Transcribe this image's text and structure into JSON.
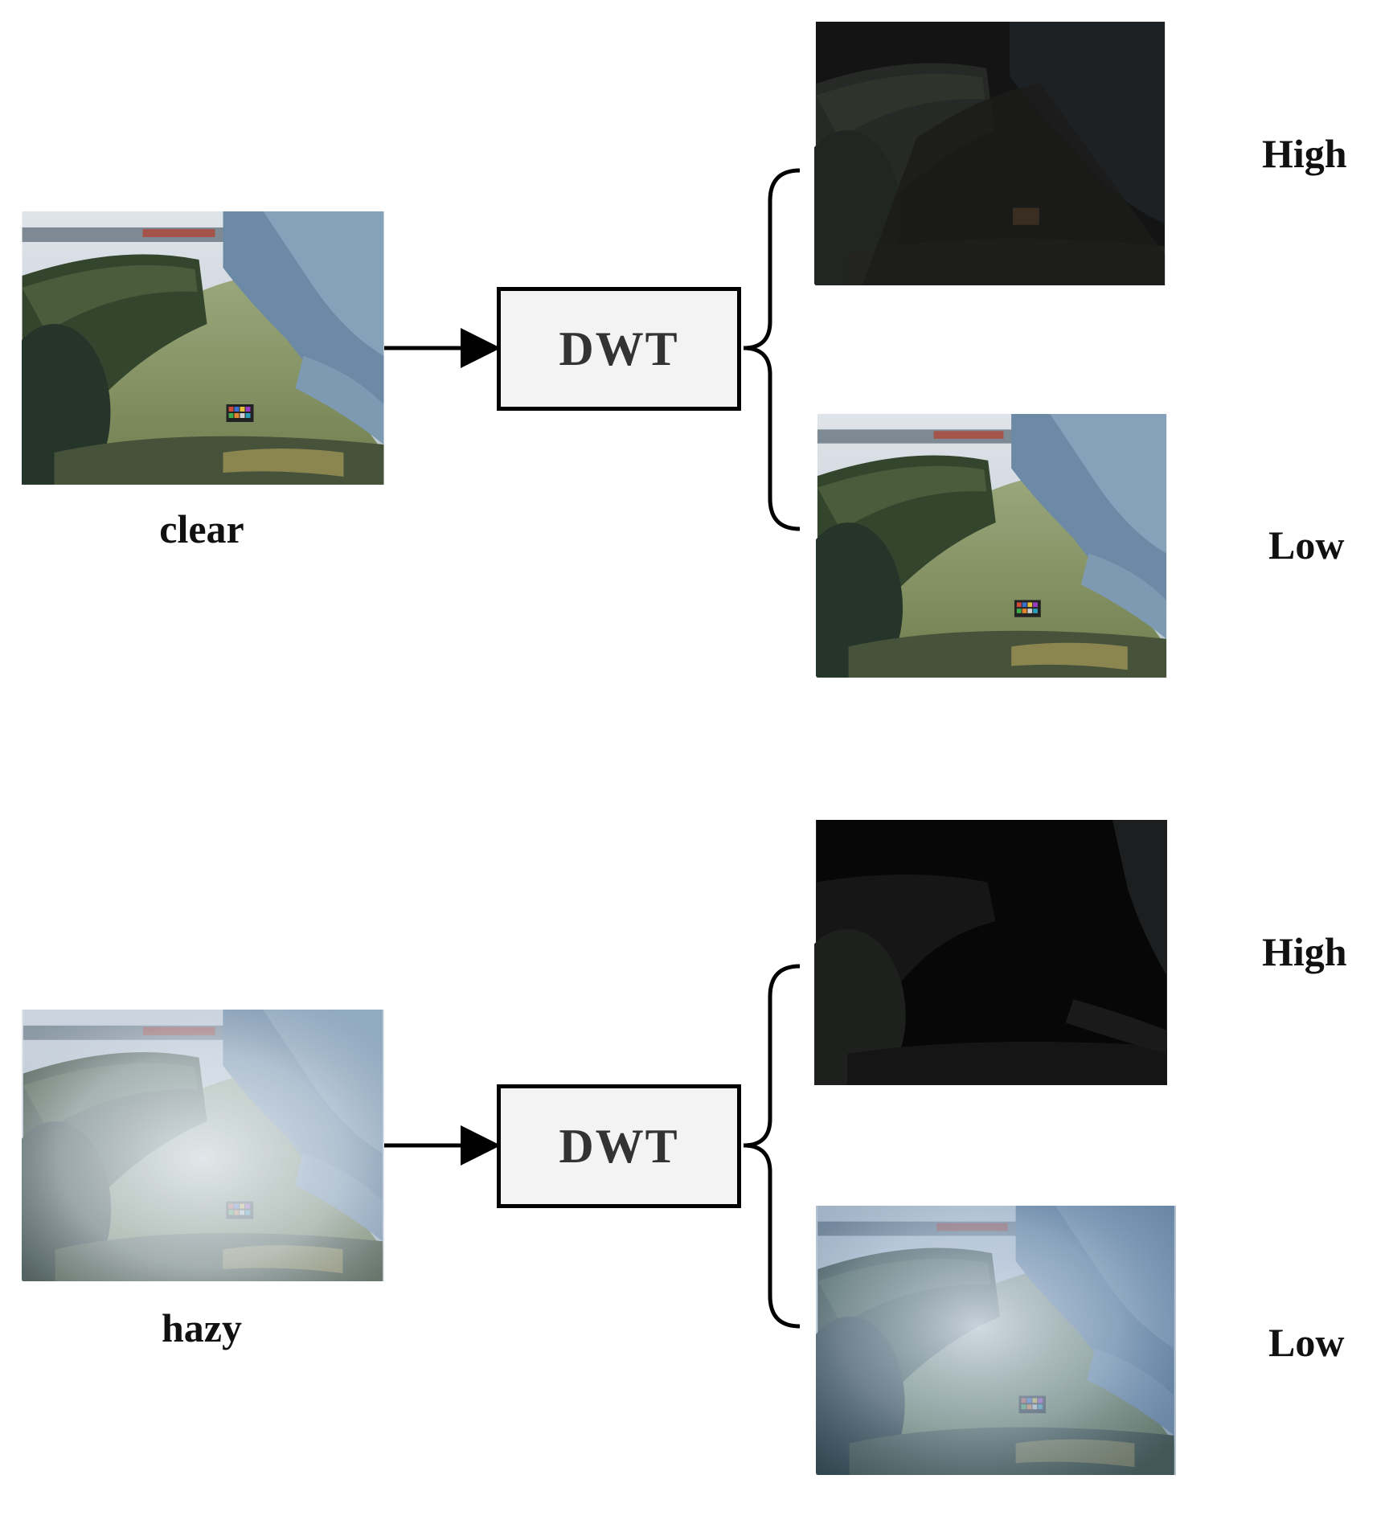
{
  "top": {
    "input_label": "clear",
    "block_label": "DWT",
    "high_label": "High",
    "low_label": "Low"
  },
  "bottom": {
    "input_label": "hazy",
    "block_label": "DWT",
    "high_label": "High",
    "low_label": "Low"
  },
  "colors": {
    "sky": "#c9d3dc",
    "hedge": "#2f3d2a",
    "lawn": "#8d9a6a",
    "spruce": "#6d8aa3",
    "haze": "#dfe6ee",
    "detail_dark": "#1a1a1a"
  }
}
